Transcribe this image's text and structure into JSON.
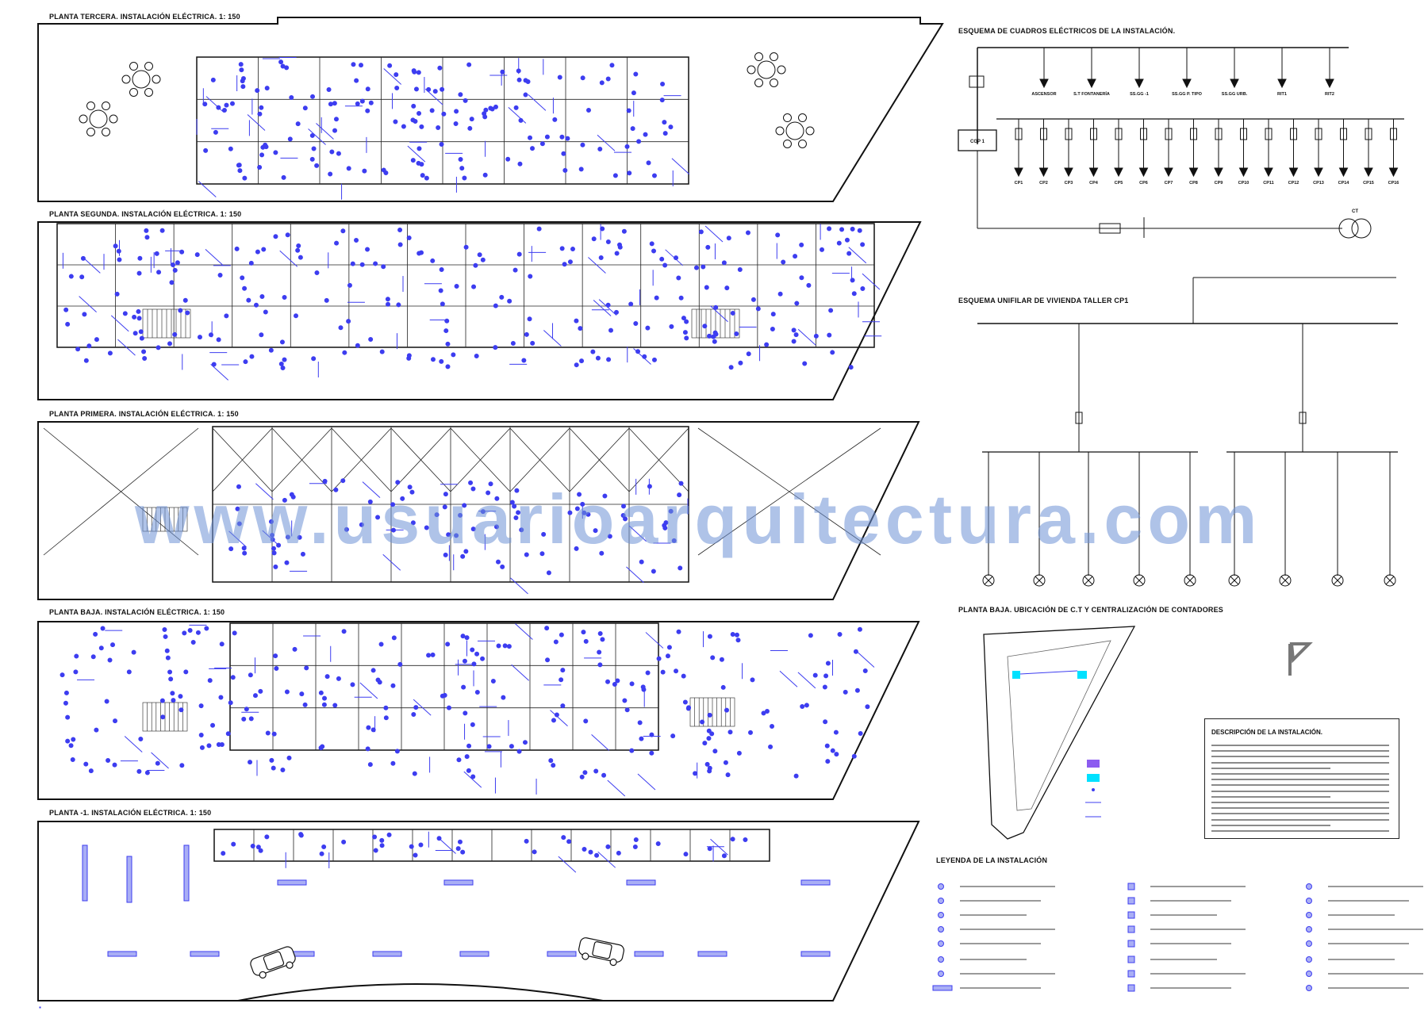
{
  "plans": {
    "tercera": "PLANTA TERCERA. INSTALACIÓN ELÉCTRICA. 1: 150",
    "segunda": "PLANTA SEGUNDA. INSTALACIÓN ELÉCTRICA. 1: 150",
    "primera": "PLANTA PRIMERA. INSTALACIÓN ELÉCTRICA. 1: 150",
    "baja": "PLANTA BAJA. INSTALACIÓN ELÉCTRICA. 1: 150",
    "sotano": "PLANTA -1. INSTALACIÓN  ELÉCTRICA. 1: 150"
  },
  "schemas": {
    "cuadros_title": "ESQUEMA DE CUADROS ELÉCTRICOS DE LA INSTALACIÓN.",
    "unifilar_title": "ESQUEMA UNIFILAR DE VIVIENDA TALLER CP1",
    "ubicacion_title": "PLANTA BAJA. UBICACIÓN DE C.T Y CENTRALIZACIÓN DE CONTADORES",
    "leyenda_title": "LEYENDA DE LA INSTALACIÓN",
    "descripcion_title": "DESCRIPCIÓN DE LA INSTALACIÓN."
  },
  "cuadros": {
    "feeders": [
      "ASCENSOR",
      "S.T FONTANERÍA",
      "SS.GG -1",
      "SS.GG P. TIPO",
      "SS.GG URB.",
      "RIT1",
      "RIT2"
    ],
    "cgp": "CGP 1",
    "ct": "CT",
    "panels": [
      "CP1",
      "CP2",
      "CP3",
      "CP4",
      "CP5",
      "CP6",
      "CP7",
      "CP8",
      "CP9",
      "CP10",
      "CP11",
      "CP12",
      "CP13",
      "CP14",
      "CP15",
      "CP16"
    ]
  },
  "watermark": "www.usuarioarquitectura.com",
  "colors": {
    "accent": "#3d3df0",
    "ink": "#111111",
    "watermark": "#6f93d6"
  }
}
